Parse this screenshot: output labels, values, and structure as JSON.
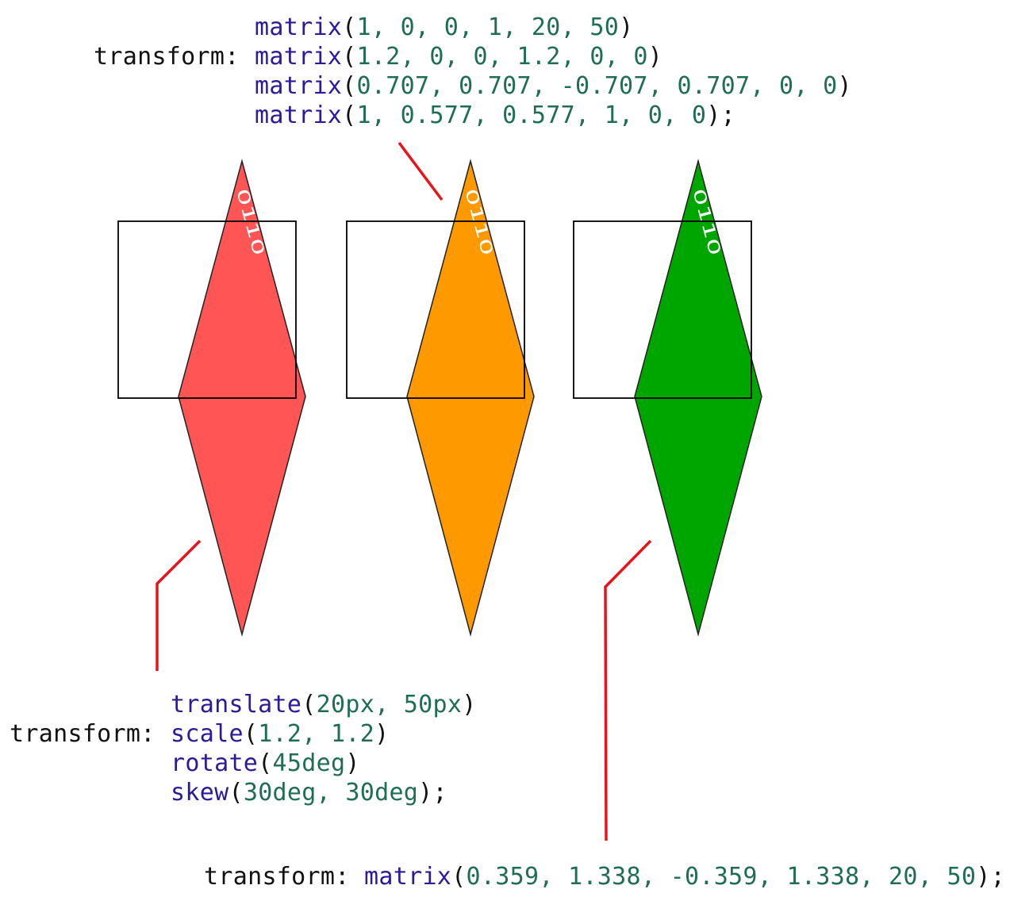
{
  "top_code": {
    "keyword": "transform:",
    "lines": [
      {
        "fn": "matrix",
        "args": "1, 0, 0, 1, 20, 50",
        "end": ")"
      },
      {
        "fn": "matrix",
        "args": "1.2, 0, 0, 1.2, 0, 0",
        "end": ")"
      },
      {
        "fn": "matrix",
        "args": "0.707, 0.707, -0.707, 0.707, 0, 0",
        "end": ")"
      },
      {
        "fn": "matrix",
        "args": "1, 0.577, 0.577, 1, 0, 0",
        "end": ");"
      }
    ]
  },
  "left_code": {
    "keyword": "transform:",
    "lines": [
      {
        "fn": "translate",
        "args": "20px, 50px",
        "end": ")"
      },
      {
        "fn": "scale",
        "args": "1.2, 1.2",
        "end": ")"
      },
      {
        "fn": "rotate",
        "args": "45deg",
        "end": ")"
      },
      {
        "fn": "skew",
        "args": "30deg, 30deg",
        "end": ");"
      }
    ]
  },
  "bottom_code": {
    "keyword": "transform:",
    "fn": "matrix",
    "args": "0.359, 1.338, -0.359, 1.338, 20, 50",
    "end": ");"
  },
  "shapes": [
    {
      "label": "0110",
      "fill": "#ff5555"
    },
    {
      "label": "0110",
      "fill": "#ff9900"
    },
    {
      "label": "0110",
      "fill": "#00a600"
    }
  ],
  "colors": {
    "connector": "#e8141b",
    "function": "#2b1a99",
    "number": "#1f6e52"
  }
}
